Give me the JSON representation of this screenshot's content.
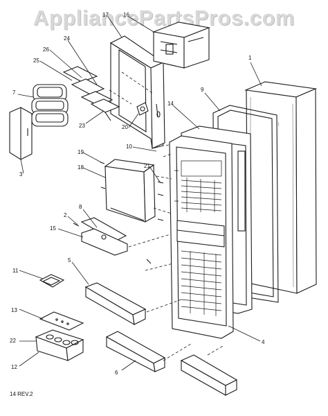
{
  "watermark": "AppliancePartsPros.com",
  "callouts": [
    {
      "id": "c1",
      "text": "1"
    },
    {
      "id": "c2",
      "text": "2"
    },
    {
      "id": "c3",
      "text": "3"
    },
    {
      "id": "c4",
      "text": "4"
    },
    {
      "id": "c5",
      "text": "5"
    },
    {
      "id": "c6",
      "text": "6"
    },
    {
      "id": "c7",
      "text": "7"
    },
    {
      "id": "c8",
      "text": "8"
    },
    {
      "id": "c9",
      "text": "9"
    },
    {
      "id": "c10",
      "text": "10"
    },
    {
      "id": "c11",
      "text": "11"
    },
    {
      "id": "c12",
      "text": "12"
    },
    {
      "id": "c13",
      "text": "13"
    },
    {
      "id": "c14",
      "text": "14"
    },
    {
      "id": "c15",
      "text": "15"
    },
    {
      "id": "c16",
      "text": "16"
    },
    {
      "id": "c17",
      "text": "17"
    },
    {
      "id": "c18",
      "text": "18"
    },
    {
      "id": "c19",
      "text": "19"
    },
    {
      "id": "c20",
      "text": "20"
    },
    {
      "id": "c21",
      "text": "21"
    },
    {
      "id": "c22",
      "text": "22"
    },
    {
      "id": "c23",
      "text": "23"
    },
    {
      "id": "c24",
      "text": "24"
    },
    {
      "id": "c25",
      "text": "25"
    },
    {
      "id": "c26",
      "text": "26"
    }
  ],
  "reference": "14 REV.2"
}
